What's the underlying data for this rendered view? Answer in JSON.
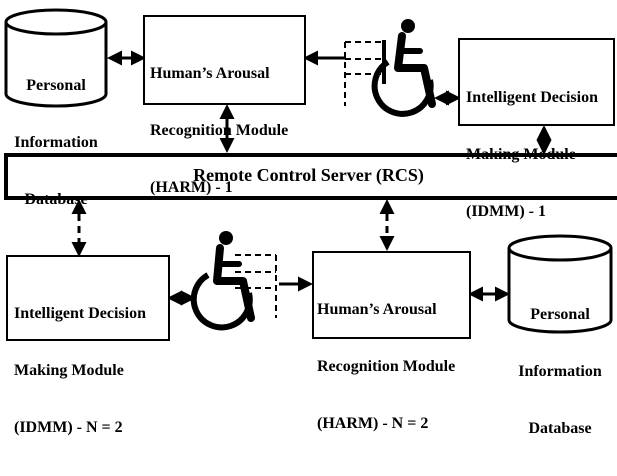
{
  "diagram": {
    "top": {
      "personal_db": [
        "Personal",
        "Information",
        "Database"
      ],
      "harm": [
        "Human’s Arousal",
        "Recognition Module",
        "(HARM) - 1"
      ],
      "idmm": [
        "Intelligent Decision",
        "Making Module",
        "(IDMM) - 1"
      ]
    },
    "server": "Remote Control Server (RCS)",
    "bottom": {
      "idmm_lines": [
        "Intelligent Decision",
        "Making Module"
      ],
      "idmm_last_prefix": "(IDMM) - ",
      "idmm_last_suffix": "N = 2",
      "harm_lines": [
        "Human’s Arousal",
        "Recognition Module"
      ],
      "harm_last_prefix": "(HARM) - ",
      "harm_last_suffix": "N = 2",
      "personal_db": [
        "Personal",
        "Information",
        "Database"
      ]
    },
    "icons": [
      "wheelchair-icon",
      "database-icon"
    ]
  }
}
